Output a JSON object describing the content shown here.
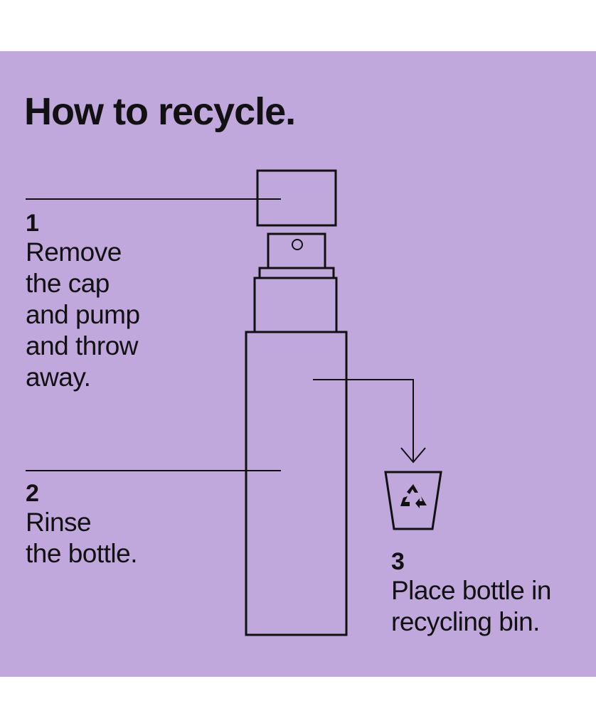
{
  "title": "How to recycle.",
  "steps": [
    {
      "number": "1",
      "text": "Remove\nthe cap\nand pump\nand throw\naway."
    },
    {
      "number": "2",
      "text": "Rinse\nthe bottle."
    },
    {
      "number": "3",
      "text": "Place bottle in\nrecycling bin."
    }
  ],
  "colors": {
    "background": "#c0a8dc",
    "ink": "#111111"
  }
}
